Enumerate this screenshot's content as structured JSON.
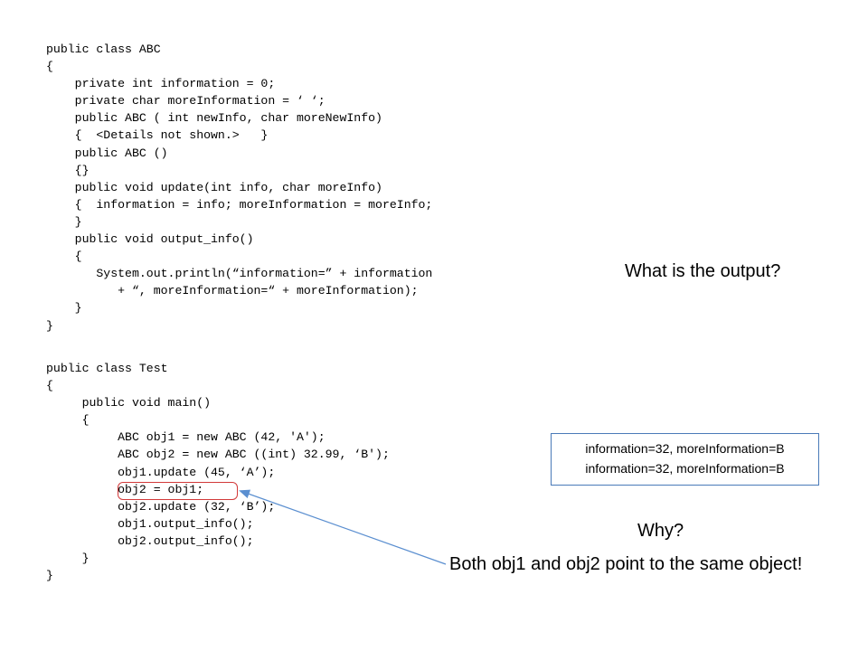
{
  "code_block_1": {
    "lines": [
      "public class ABC",
      "{",
      "    private int information = 0;",
      "    private char moreInformation = ‘ ‘;",
      "    public ABC ( int newInfo, char moreNewInfo)",
      "    {  <Details not shown.>   }",
      "    public ABC ()",
      "    {}",
      "    public void update(int info, char moreInfo)",
      "    {  information = info; moreInformation = moreInfo;",
      "    }",
      "    public void output_info()",
      "    {",
      "       System.out.println(“information=” + information",
      "          + “, moreInformation=“ + moreInformation);",
      "    }",
      "}"
    ]
  },
  "code_block_2": {
    "lines": [
      "public class Test",
      "{",
      "     public void main()",
      "     {",
      "          ABC obj1 = new ABC (42, 'A');",
      "          ABC obj2 = new ABC ((int) 32.99, ‘B');",
      "          obj1.update (45, ‘A’);",
      "          obj2 = obj1;",
      "          obj2.update (32, ‘B’);",
      "          obj1.output_info();",
      "          obj2.output_info();",
      "     }",
      "}"
    ]
  },
  "question": "What is the output?",
  "answer": {
    "line1": "information=32, moreInformation=B",
    "line2": "information=32, moreInformation=B"
  },
  "why": "Why?",
  "explanation": "Both obj1 and obj2 point to the same object!",
  "colors": {
    "answer_border": "#4a7ab8",
    "highlight_border": "#d23a3a",
    "arrow": "#5b8fd0"
  }
}
